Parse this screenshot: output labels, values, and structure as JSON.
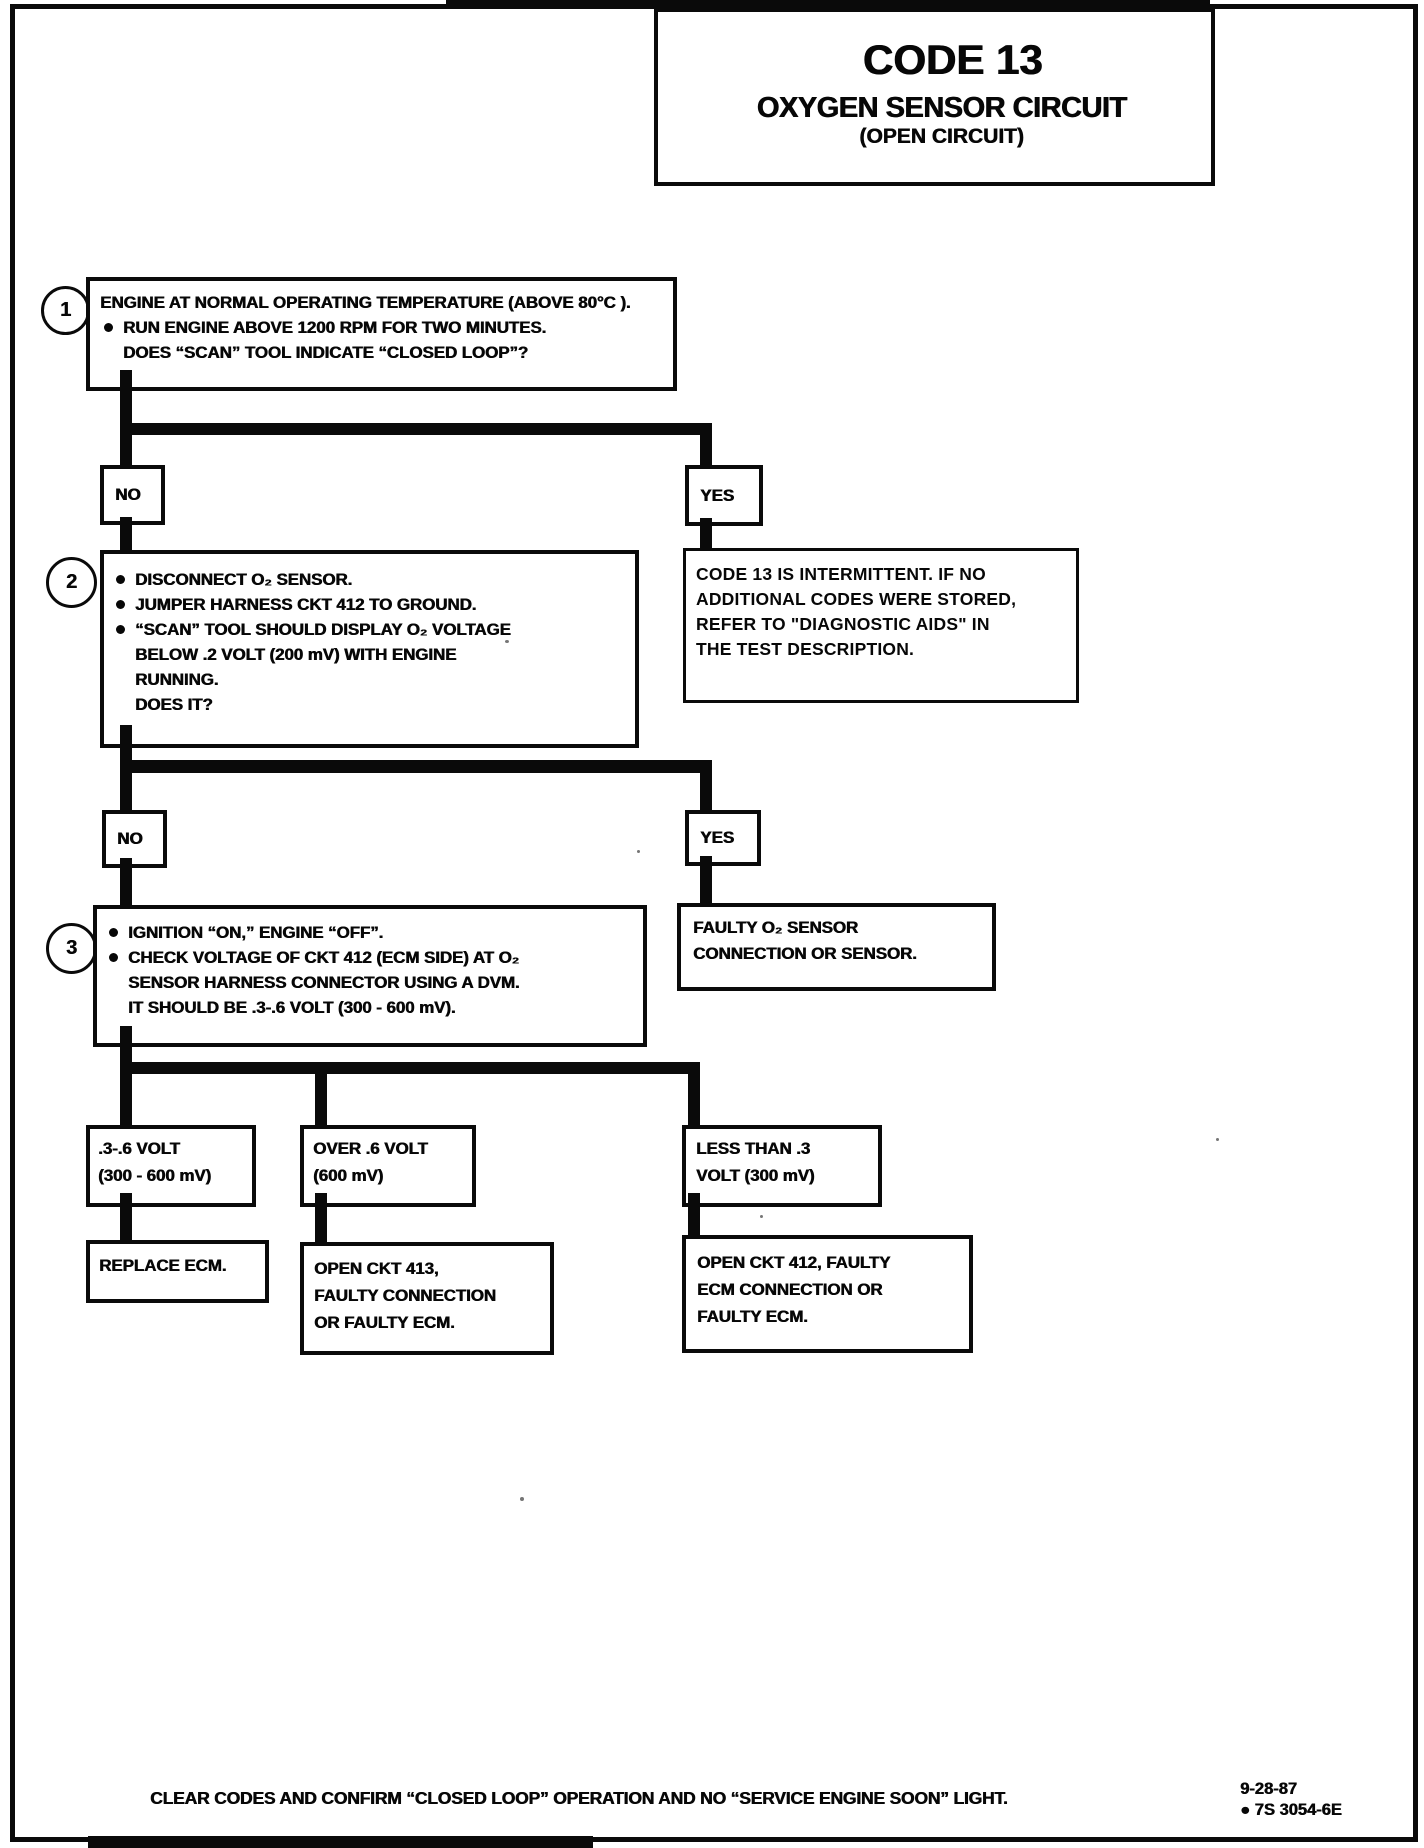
{
  "header": {
    "code": "CODE 13",
    "title": "OXYGEN SENSOR CIRCUIT",
    "subtitle": "(OPEN CIRCUIT)"
  },
  "step1": {
    "number": "1",
    "line1": "ENGINE AT NORMAL OPERATING TEMPERATURE (ABOVE 80°C ).",
    "bullet1": "RUN ENGINE ABOVE 1200 RPM FOR TWO MINUTES.",
    "question": "DOES “SCAN” TOOL INDICATE “CLOSED LOOP”?",
    "no_label": "NO",
    "yes_label": "YES"
  },
  "step2": {
    "number": "2",
    "bullet1": "DISCONNECT O₂ SENSOR.",
    "bullet2": "JUMPER HARNESS CKT 412 TO GROUND.",
    "bullet3_line1": "“SCAN” TOOL SHOULD DISPLAY O₂ VOLTAGE",
    "bullet3_line2": "BELOW .2  VOLT (200 mV) WITH ENGINE",
    "bullet3_line3": "RUNNING.",
    "question": "DOES IT?",
    "no_label": "NO",
    "yes_label": "YES"
  },
  "intermittent": {
    "line1": "CODE 13 IS INTERMITTENT. IF NO",
    "line2": "ADDITIONAL CODES WERE STORED,",
    "line3": "REFER TO \"DIAGNOSTIC AIDS\" IN",
    "line4": "THE TEST DESCRIPTION."
  },
  "step3": {
    "number": "3",
    "bullet1": "IGNITION “ON,” ENGINE  “OFF”.",
    "bullet2_line1": "CHECK VOLTAGE OF CKT 412 (ECM SIDE) AT O₂",
    "bullet2_line2": "SENSOR HARNESS CONNECTOR USING A DVM.",
    "bullet2_line3": "IT SHOULD BE  .3-.6 VOLT (300 - 600 mV)."
  },
  "faulty_sensor": {
    "line1": "FAULTY O₂ SENSOR",
    "line2": "CONNECTION OR SENSOR."
  },
  "branch1": {
    "line1": ".3-.6 VOLT",
    "line2": "(300 - 600 mV)",
    "result_line1": "REPLACE ECM."
  },
  "branch2": {
    "line1": "OVER .6  VOLT",
    "line2": "(600 mV)",
    "result_line1": "OPEN CKT 413,",
    "result_line2": "FAULTY CONNECTION",
    "result_line3": "OR FAULTY ECM."
  },
  "branch3": {
    "line1": "LESS THAN .3",
    "line2": "VOLT  (300 mV)",
    "result_line1": "OPEN CKT  412, FAULTY",
    "result_line2": "ECM CONNECTION OR",
    "result_line3": "FAULTY ECM."
  },
  "footer": {
    "instruction": "CLEAR CODES AND CONFIRM “CLOSED LOOP”  OPERATION AND NO “SERVICE ENGINE SOON” LIGHT.",
    "date": "9-28-87",
    "doc_number": "● 7S 3054-6E"
  }
}
